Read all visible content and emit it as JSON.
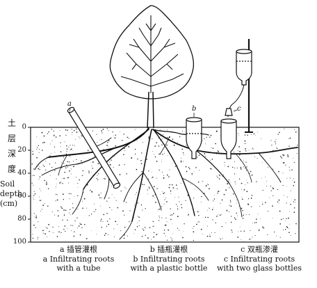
{
  "axis": {
    "label_cn": [
      "土",
      "层",
      "深",
      "度"
    ],
    "label_en": [
      "Soil",
      "depth",
      "(cm)"
    ],
    "ticks": [
      "0",
      "20",
      "40",
      "60",
      "80",
      "100"
    ]
  },
  "markers": {
    "a": "a",
    "b": "b",
    "c": "c"
  },
  "captions": [
    {
      "cn": "a 插管灌根",
      "en1": "a Infiltrating roots",
      "en2": "with a tube"
    },
    {
      "cn": "b 插瓶灌根",
      "en1": "b Infiltrating roots",
      "en2": "with a plastic bottle"
    },
    {
      "cn": "c 双瓶渗灌",
      "en1": "c Infiltrating roots",
      "en2": "with two glass bottles"
    }
  ],
  "colors": {
    "ink": "#111111",
    "background": "#ffffff"
  }
}
